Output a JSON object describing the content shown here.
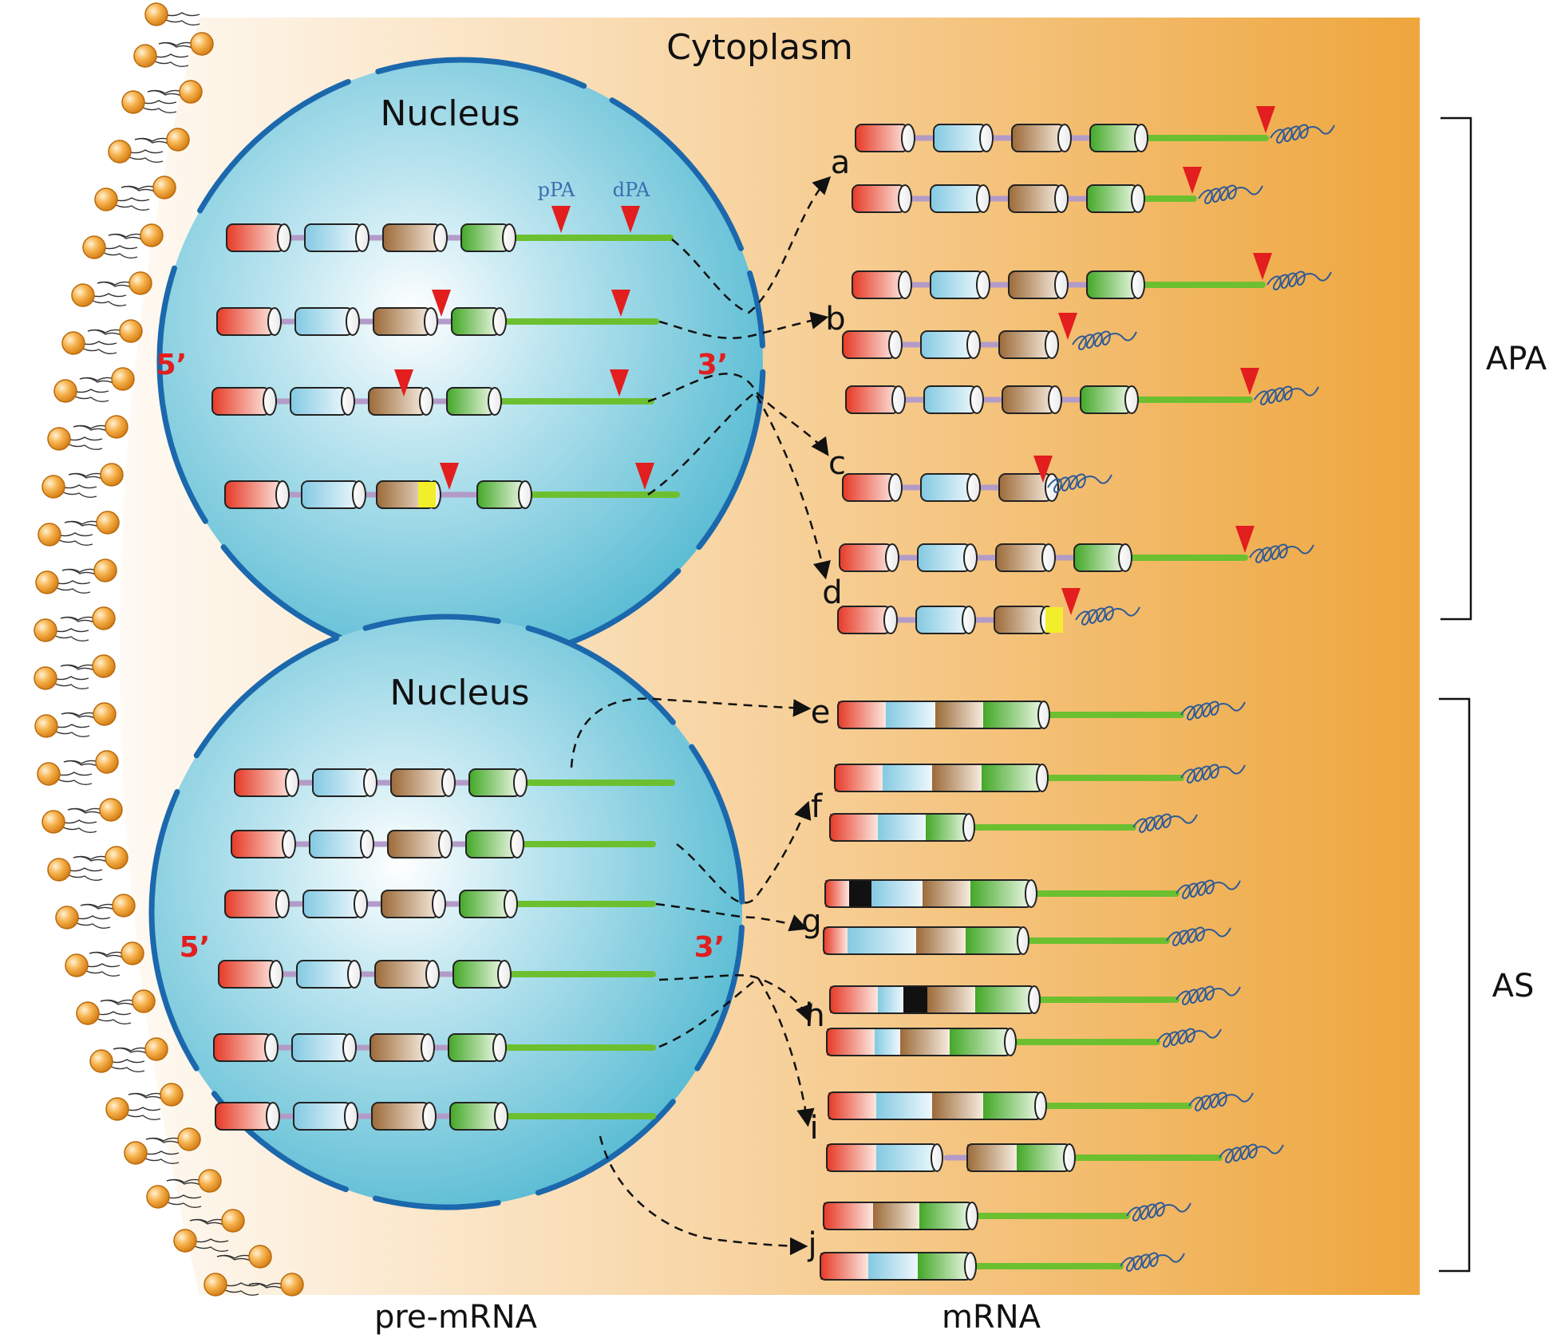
{
  "labels": {
    "cytoplasm": "Cytoplasm",
    "nucleus_top": "Nucleus",
    "nucleus_bottom": "Nucleus",
    "five_prime_top": "5’",
    "three_prime_top": "3’",
    "five_prime_bottom": "5’",
    "three_prime_bottom": "3’",
    "ppa": "pPA",
    "dpa": "dPA",
    "pre_mrna": "pre-mRNA",
    "mrna": "mRNA",
    "apa": "APA",
    "as": "AS"
  },
  "letters": [
    "a",
    "b",
    "c",
    "d",
    "e",
    "f",
    "g",
    "h",
    "i",
    "j"
  ],
  "colors": {
    "cytoplasm_start": "#fdf3e6",
    "cytoplasm_end": "#f0a030",
    "nucleus_fill": "#5bbfd6",
    "nucleus_border": "#1b68ad",
    "exon1": "#e8432c",
    "exon2": "#7fc7e0",
    "exon3": "#a2703d",
    "exon4": "#4aad2a",
    "intron": "#b39bc8",
    "utr": "#6cc030",
    "pa_site": "#e21e1e",
    "polya_tail": "#2f5a96",
    "lipid_head": "#f3a43a",
    "highlight": "#f2ee2c",
    "arrow": "#111111"
  }
}
